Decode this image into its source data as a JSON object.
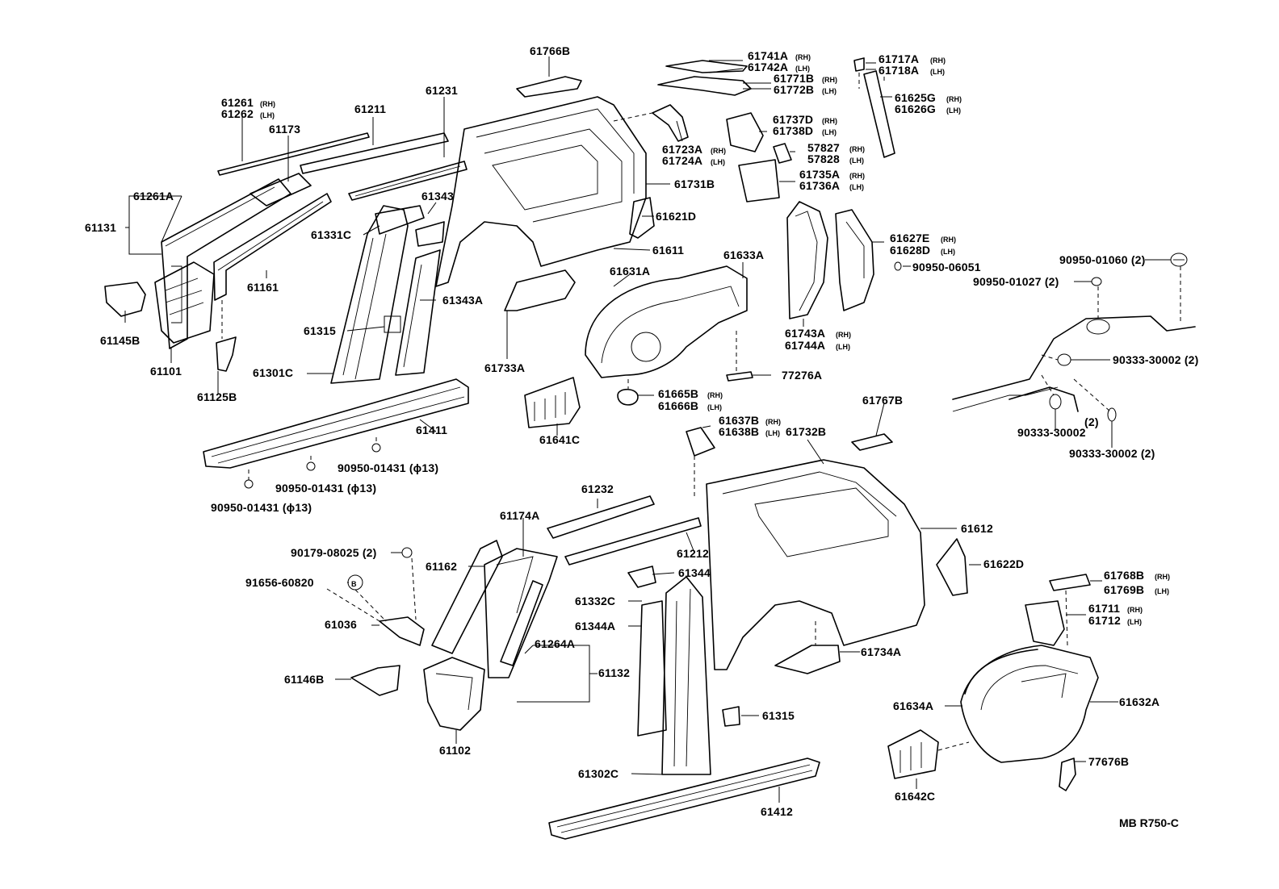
{
  "diagram_code": "MB  R750-C",
  "circle_marker": "B",
  "labels": {
    "p61766B": "61766B",
    "p61741A": "61741A",
    "p61742A": "61742A",
    "p61771B": "61771B",
    "p61772B": "61772B",
    "p61717A": "61717A",
    "p61718A": "61718A",
    "p61625G": "61625G",
    "p61626G": "61626G",
    "p61261": "61261",
    "p61262": "61262",
    "p61211": "61211",
    "p61231": "61231",
    "p61173": "61173",
    "p61723A": "61723A",
    "p61724A": "61724A",
    "p61737D": "61737D",
    "p61738D": "61738D",
    "p57827": "57827",
    "p57828": "57828",
    "p61735A": "61735A",
    "p61736A": "61736A",
    "p61261A": "61261A",
    "p61131": "61131",
    "p61343": "61343",
    "p61731B": "61731B",
    "p61621D": "61621D",
    "p61331C": "61331C",
    "p61611": "61611",
    "p61627E": "61627E",
    "p61628D": "61628D",
    "p90950_01060": "90950-01060 (2)",
    "p61161": "61161",
    "p61633A": "61633A",
    "p90950_06051": "90950-06051",
    "p61631A": "61631A",
    "p90950_01027": "90950-01027 (2)",
    "p61145B": "61145B",
    "p61343A": "61343A",
    "p61315_top": "61315",
    "p61743A": "61743A",
    "p61744A": "61744A",
    "p90333_30002_a": "90333-30002 (2)",
    "p61101": "61101",
    "p61733A": "61733A",
    "p61301C": "61301C",
    "p77276A": "77276A",
    "p61125B": "61125B",
    "p61665B": "61665B",
    "p61666B": "61666B",
    "p61767B": "61767B",
    "p61411": "61411",
    "p61641C": "61641C",
    "p61637B": "61637B",
    "p61638B": "61638B",
    "p61732B": "61732B",
    "p90333_30002_b": "90333-30002",
    "p_2_b": "(2)",
    "p90333_30002_c": "90333-30002 (2)",
    "p90950_01431_a": "90950-01431 (ϕ13)",
    "p90950_01431_b": "90950-01431 (ϕ13)",
    "p90950_01431_c": "90950-01431 (ϕ13)",
    "p61232": "61232",
    "p61174A": "61174A",
    "p61612": "61612",
    "p90179_08025": "90179-08025 (2)",
    "p61162": "61162",
    "p61212": "61212",
    "p61622D": "61622D",
    "p61344": "61344",
    "p91656_60820": "91656-60820",
    "p61768B": "61768B",
    "p61769B": "61769B",
    "p61332C": "61332C",
    "p61711": "61711",
    "p61712": "61712",
    "p61036": "61036",
    "p61344A": "61344A",
    "p61734A": "61734A",
    "p61264A": "61264A",
    "p61132": "61132",
    "p61146B": "61146B",
    "p61634A": "61634A",
    "p61632A": "61632A",
    "p61315_bot": "61315",
    "p61102": "61102",
    "p77676B": "77676B",
    "p61302C": "61302C",
    "p61642C": "61642C",
    "p61412": "61412"
  },
  "side": {
    "rh": "(RH)",
    "lh": "(LH)"
  }
}
